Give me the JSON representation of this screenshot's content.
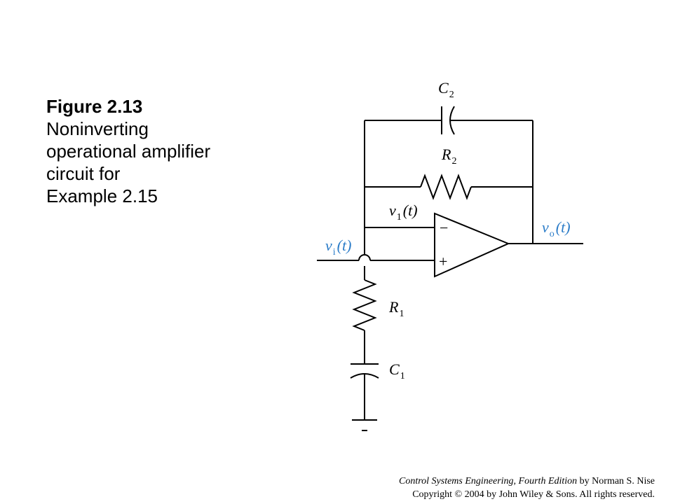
{
  "caption": {
    "figure_number": "Figure 2.13",
    "lines": [
      "Noninverting",
      "operational amplifier",
      "circuit for",
      "Example 2.15"
    ]
  },
  "circuit": {
    "labels": {
      "c2": {
        "main": "C",
        "sub": "2"
      },
      "r2": {
        "main": "R",
        "sub": "2"
      },
      "v1": {
        "main": "v",
        "sub": "1",
        "tail": "(t)"
      },
      "vi": {
        "main": "v",
        "sub": "i",
        "tail": "(t)"
      },
      "vo": {
        "main": "v",
        "sub": "o",
        "tail": "(t)"
      },
      "r1": {
        "main": "R",
        "sub": "1"
      },
      "c1": {
        "main": "C",
        "sub": "1"
      }
    },
    "opamp": {
      "minus_sign": "−",
      "plus_sign": "+"
    },
    "colors": {
      "wire": "#000000",
      "signal_label": "#2b7cc8"
    }
  },
  "footer": {
    "book_title": "Control Systems Engineering, Fourth Edition",
    "author": " by Norman S. Nise",
    "copyright": "Copyright © 2004 by John Wiley & Sons. All rights reserved."
  }
}
